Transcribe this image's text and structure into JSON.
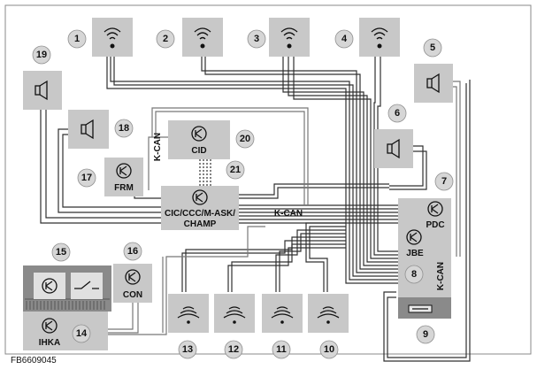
{
  "callouts": [
    "1",
    "2",
    "3",
    "4",
    "5",
    "6",
    "7",
    "8",
    "9",
    "10",
    "11",
    "12",
    "13",
    "14",
    "15",
    "16",
    "17",
    "18",
    "19",
    "20",
    "21"
  ],
  "labels": {
    "cid": "CID",
    "frm": "FRM",
    "cic_line1": "CIC/CCC/M-ASK/",
    "cic_line2": "CHAMP",
    "pdc": "PDC",
    "jbe": "JBE",
    "con": "CON",
    "ihka": "IHKA",
    "kcan_cid": "K-CAN",
    "kcan_mid": "K-CAN",
    "kcan_right": "K-CAN"
  },
  "figure_code": "FB6609045",
  "icons": [
    "antenna-icon",
    "speaker-icon",
    "control-unit-icon",
    "ultrasonic-sensor-icon",
    "fuse-icon"
  ]
}
